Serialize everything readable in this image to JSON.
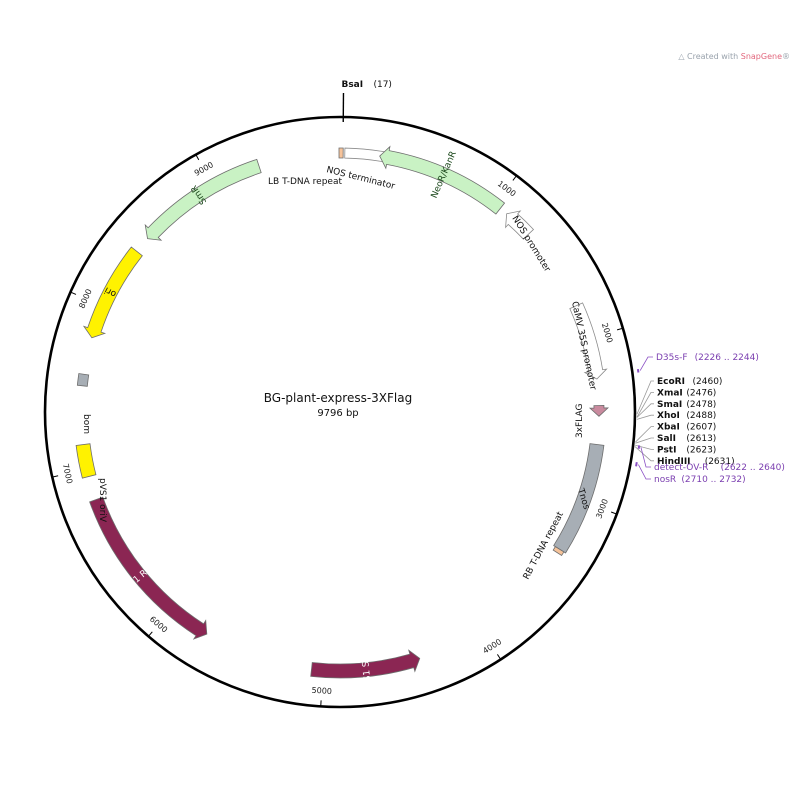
{
  "plasmid": {
    "name": "BG-plant-express-3XFlag",
    "size_label": "9796 bp",
    "length": 9796
  },
  "credit": {
    "prefix": "Created with ",
    "brand": "SnapGene",
    "suffix": "®"
  },
  "ticks": [
    {
      "pos": 1000,
      "label": "1000"
    },
    {
      "pos": 2000,
      "label": "2000"
    },
    {
      "pos": 3000,
      "label": "3000"
    },
    {
      "pos": 4000,
      "label": "4000"
    },
    {
      "pos": 5000,
      "label": "5000"
    },
    {
      "pos": 6000,
      "label": "6000"
    },
    {
      "pos": 7000,
      "label": "7000"
    },
    {
      "pos": 8000,
      "label": "8000"
    },
    {
      "pos": 9000,
      "label": "9000"
    }
  ],
  "colors": {
    "backbone": "#000000",
    "green": "#c9f2c4",
    "yellow": "#fff200",
    "maroon": "#8b2653",
    "gray": "#a7aeb5",
    "pink": "#c98a9e",
    "orange": "#f6c39a",
    "white": "#ffffff",
    "primer": "#8a4fc4"
  },
  "features": [
    {
      "id": "lb",
      "name": "LB T-DNA repeat",
      "start": 9790,
      "end": 9815,
      "dir": 0,
      "color": "orange",
      "lane": 0
    },
    {
      "id": "nos_term",
      "name": "NOS terminator",
      "start": 9825,
      "end": 10080,
      "dir": 0,
      "color": "white",
      "lane": 0
    },
    {
      "id": "neor",
      "name": "NeoR/KanR",
      "start": 240,
      "end": 1040,
      "dir": -1,
      "color": "green",
      "lane": 0
    },
    {
      "id": "nos_prom",
      "name": "NOS promoter",
      "start": 1090,
      "end": 1270,
      "dir": -1,
      "color": "white",
      "lane": 0
    },
    {
      "id": "camv",
      "name": "CaMV 35S promoter",
      "start": 1790,
      "end": 2250,
      "dir": 1,
      "color": "white",
      "lane": 0
    },
    {
      "id": "flag",
      "name": "3xFLAG",
      "start": 2410,
      "end": 2475,
      "dir": 1,
      "color": "pink",
      "lane": 0
    },
    {
      "id": "tnos",
      "name": "Tnos",
      "start": 2645,
      "end": 3320,
      "dir": 0,
      "color": "gray",
      "lane": 0
    },
    {
      "id": "rb",
      "name": "RB T-DNA repeat",
      "start": 3320,
      "end": 3345,
      "dir": 0,
      "color": "orange",
      "lane": 0
    },
    {
      "id": "stra",
      "name": "pVS1 StaA",
      "start": 4410,
      "end": 5070,
      "dir": -1,
      "color": "maroon",
      "lane": 0
    },
    {
      "id": "repa",
      "name": "pVS1 RepA",
      "start": 5740,
      "end": 6810,
      "dir": -1,
      "color": "maroon",
      "lane": 0
    },
    {
      "id": "pvs1ori",
      "name": "pVS1 oriV",
      "start": 6955,
      "end": 7150,
      "dir": 0,
      "color": "yellow",
      "lane": 0
    },
    {
      "id": "bom",
      "name": "bom",
      "start": 7505,
      "end": 7575,
      "dir": 0,
      "color": "gray",
      "lane": 0
    },
    {
      "id": "ori",
      "name": "ori",
      "start": 7800,
      "end": 8390,
      "dir": -1,
      "color": "yellow",
      "lane": 0
    },
    {
      "id": "smr",
      "name": "SmR",
      "start": 8490,
      "end": 9300,
      "dir": -1,
      "color": "green",
      "lane": 0
    }
  ],
  "bsai": {
    "name": "BsaI",
    "pos_label": "(17)",
    "pos": 17
  },
  "sites": [
    {
      "name": "EcoRI",
      "pos_label": "(2460)",
      "pos": 2460
    },
    {
      "name": "XmaI",
      "pos_label": "(2476)",
      "pos": 2476
    },
    {
      "name": "SmaI",
      "pos_label": "(2478)",
      "pos": 2478
    },
    {
      "name": "XhoI",
      "pos_label": "(2488)",
      "pos": 2488
    },
    {
      "name": "XbaI",
      "pos_label": "(2607)",
      "pos": 2607
    },
    {
      "name": "SalI",
      "pos_label": "(2613)",
      "pos": 2613
    },
    {
      "name": "PstI",
      "pos_label": "(2623)",
      "pos": 2623
    },
    {
      "name": "HindIII",
      "pos_label": "(2631)",
      "pos": 2631
    }
  ],
  "primers": [
    {
      "name": "D35s-F",
      "range_label": "(2226 .. 2244)",
      "start": 2226,
      "end": 2244
    },
    {
      "name": "detect-OV-R",
      "range_label": "(2622 .. 2640)",
      "start": 2622,
      "end": 2640
    },
    {
      "name": "nosR",
      "range_label": "(2710 .. 2732)",
      "start": 2710,
      "end": 2732
    }
  ]
}
